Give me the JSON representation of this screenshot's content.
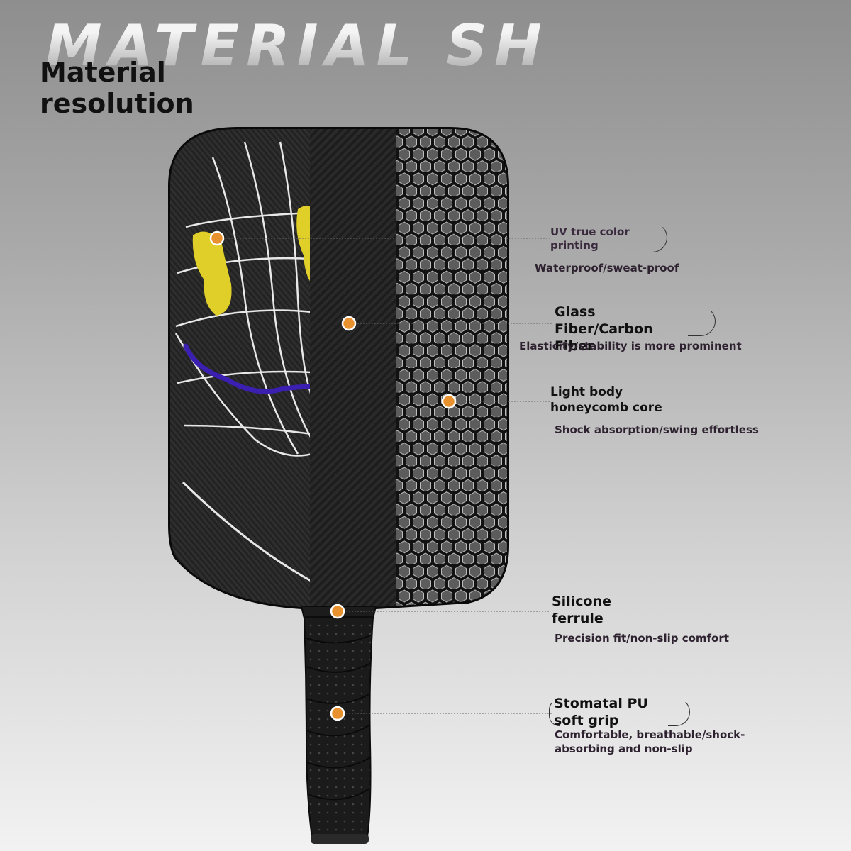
{
  "banner": "MATERIAL SHOWS",
  "title_line1": "Material",
  "title_line2": "resolution",
  "colors": {
    "marker": "#e8912f",
    "grip": "#1a1a1a",
    "face": "#1c1c1c",
    "accent_yellow": "#e0cf28",
    "accent_purple": "#3a1fb0"
  },
  "callouts": [
    {
      "name": "UV true color printing",
      "desc": "Waterproof/sweat-proof"
    },
    {
      "name": "Glass Fiber/Carbon Fiber",
      "desc": "Elasticity/stability is more prominent"
    },
    {
      "name_line1": "Light body",
      "name_line2": "honeycomb core",
      "desc": "Shock absorption/swing effortless"
    },
    {
      "name_line1": "Silicone",
      "name_line2": "ferrule",
      "desc": "Precision fit/non-slip comfort"
    },
    {
      "name": "Stomatal PU soft grip",
      "desc_line1": "Comfortable, breathable/shock-",
      "desc_line2": "absorbing and non-slip"
    }
  ]
}
